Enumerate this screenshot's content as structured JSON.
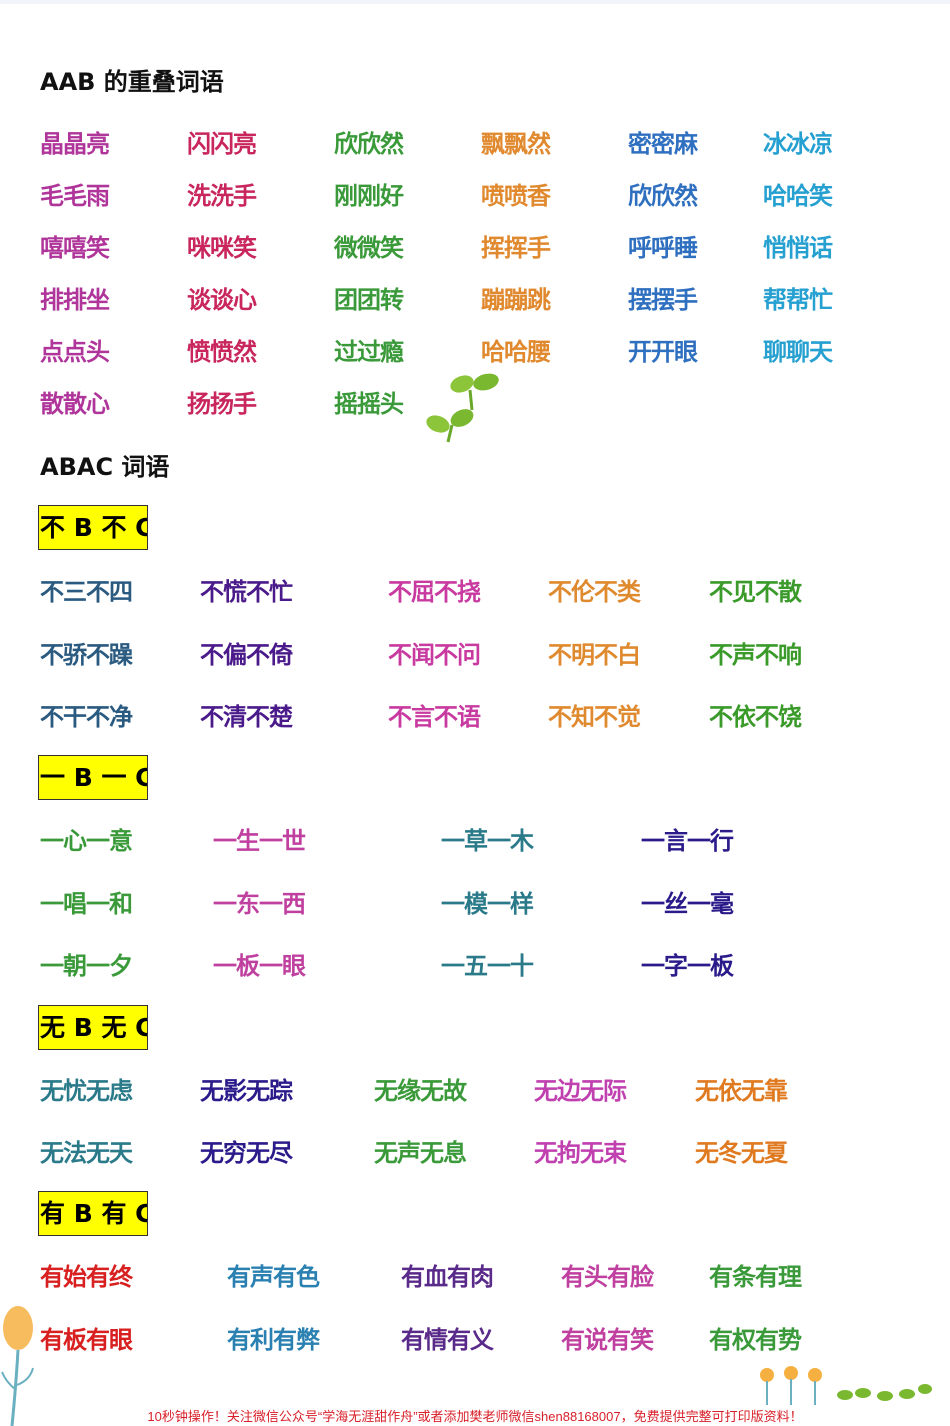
{
  "aab": {
    "title": "AAB 的重叠词语",
    "colors": [
      "#b0359a",
      "#c8265c",
      "#3a9a3a",
      "#e0892e",
      "#2f6fc0",
      "#25a0d0"
    ],
    "rows": [
      [
        "晶晶亮",
        "闪闪亮",
        "欣欣然",
        "飘飘然",
        "密密麻",
        "冰冰凉"
      ],
      [
        "毛毛雨",
        "洗洗手",
        "刚刚好",
        "喷喷香",
        "欣欣然",
        "哈哈笑"
      ],
      [
        "嘻嘻笑",
        "咪咪笑",
        "微微笑",
        "挥挥手",
        "呼呼睡",
        "悄悄话"
      ],
      [
        "排排坐",
        "谈谈心",
        "团团转",
        "蹦蹦跳",
        "摆摆手",
        "帮帮忙"
      ],
      [
        "点点头",
        "愤愤然",
        "过过瘾",
        "哈哈腰",
        "开开眼",
        "聊聊天"
      ],
      [
        "散散心",
        "扬扬手",
        "摇摇头"
      ]
    ]
  },
  "abac": {
    "title": "ABAC 词语",
    "groups": [
      {
        "label": "不 B 不 C",
        "colors": [
          "#2a5a80",
          "#4a1a8a",
          "#c83aa0",
          "#e08a30",
          "#3a9a2a"
        ],
        "rows": [
          [
            "不三不四",
            "不慌不忙",
            "不屈不挠",
            "不伦不类",
            "不见不散"
          ],
          [
            "不骄不躁",
            "不偏不倚",
            "不闻不问",
            "不明不白",
            "不声不响"
          ],
          [
            "不干不净",
            "不清不楚",
            "不言不语",
            "不知不觉",
            "不依不饶"
          ]
        ]
      },
      {
        "label": "一 B 一 C",
        "colors": [
          "#3a9a3a",
          "#c040a0",
          "#2a7a8a",
          "#2a1a8a"
        ],
        "rows": [
          [
            "一心一意",
            "一生一世",
            "一草一木",
            "一言一行"
          ],
          [
            "一唱一和",
            "一东一西",
            "一模一样",
            "一丝一毫"
          ],
          [
            "一朝一夕",
            "一板一眼",
            "一五一十",
            "一字一板"
          ]
        ]
      },
      {
        "label": "无 B 无 C",
        "colors": [
          "#2a7a8a",
          "#2a1a8a",
          "#3a9a3a",
          "#c040b0",
          "#e07a20"
        ],
        "rows": [
          [
            "无忧无虑",
            "无影无踪",
            "无缘无故",
            "无边无际",
            "无依无靠"
          ],
          [
            "无法无天",
            "无穷无尽",
            "无声无息",
            "无拘无束",
            "无冬无夏"
          ]
        ]
      },
      {
        "label": "有 B 有 C",
        "colors": [
          "#d82020",
          "#2a80b0",
          "#5a2a8a",
          "#c040a0",
          "#3a9a3a"
        ],
        "rows": [
          [
            "有始有终",
            "有声有色",
            "有血有肉",
            "有头有脸",
            "有条有理"
          ],
          [
            "有板有眼",
            "有利有弊",
            "有情有义",
            "有说有笑",
            "有权有势"
          ]
        ]
      }
    ]
  },
  "footer": "10秒钟操作！关注微信公众号“学海无涯甜作舟”或者添加樊老师微信shen88168007，免费提供完整可打印版资料！",
  "decorations": [
    "sprout-icon",
    "tulip-icon",
    "flower-border-icon"
  ]
}
